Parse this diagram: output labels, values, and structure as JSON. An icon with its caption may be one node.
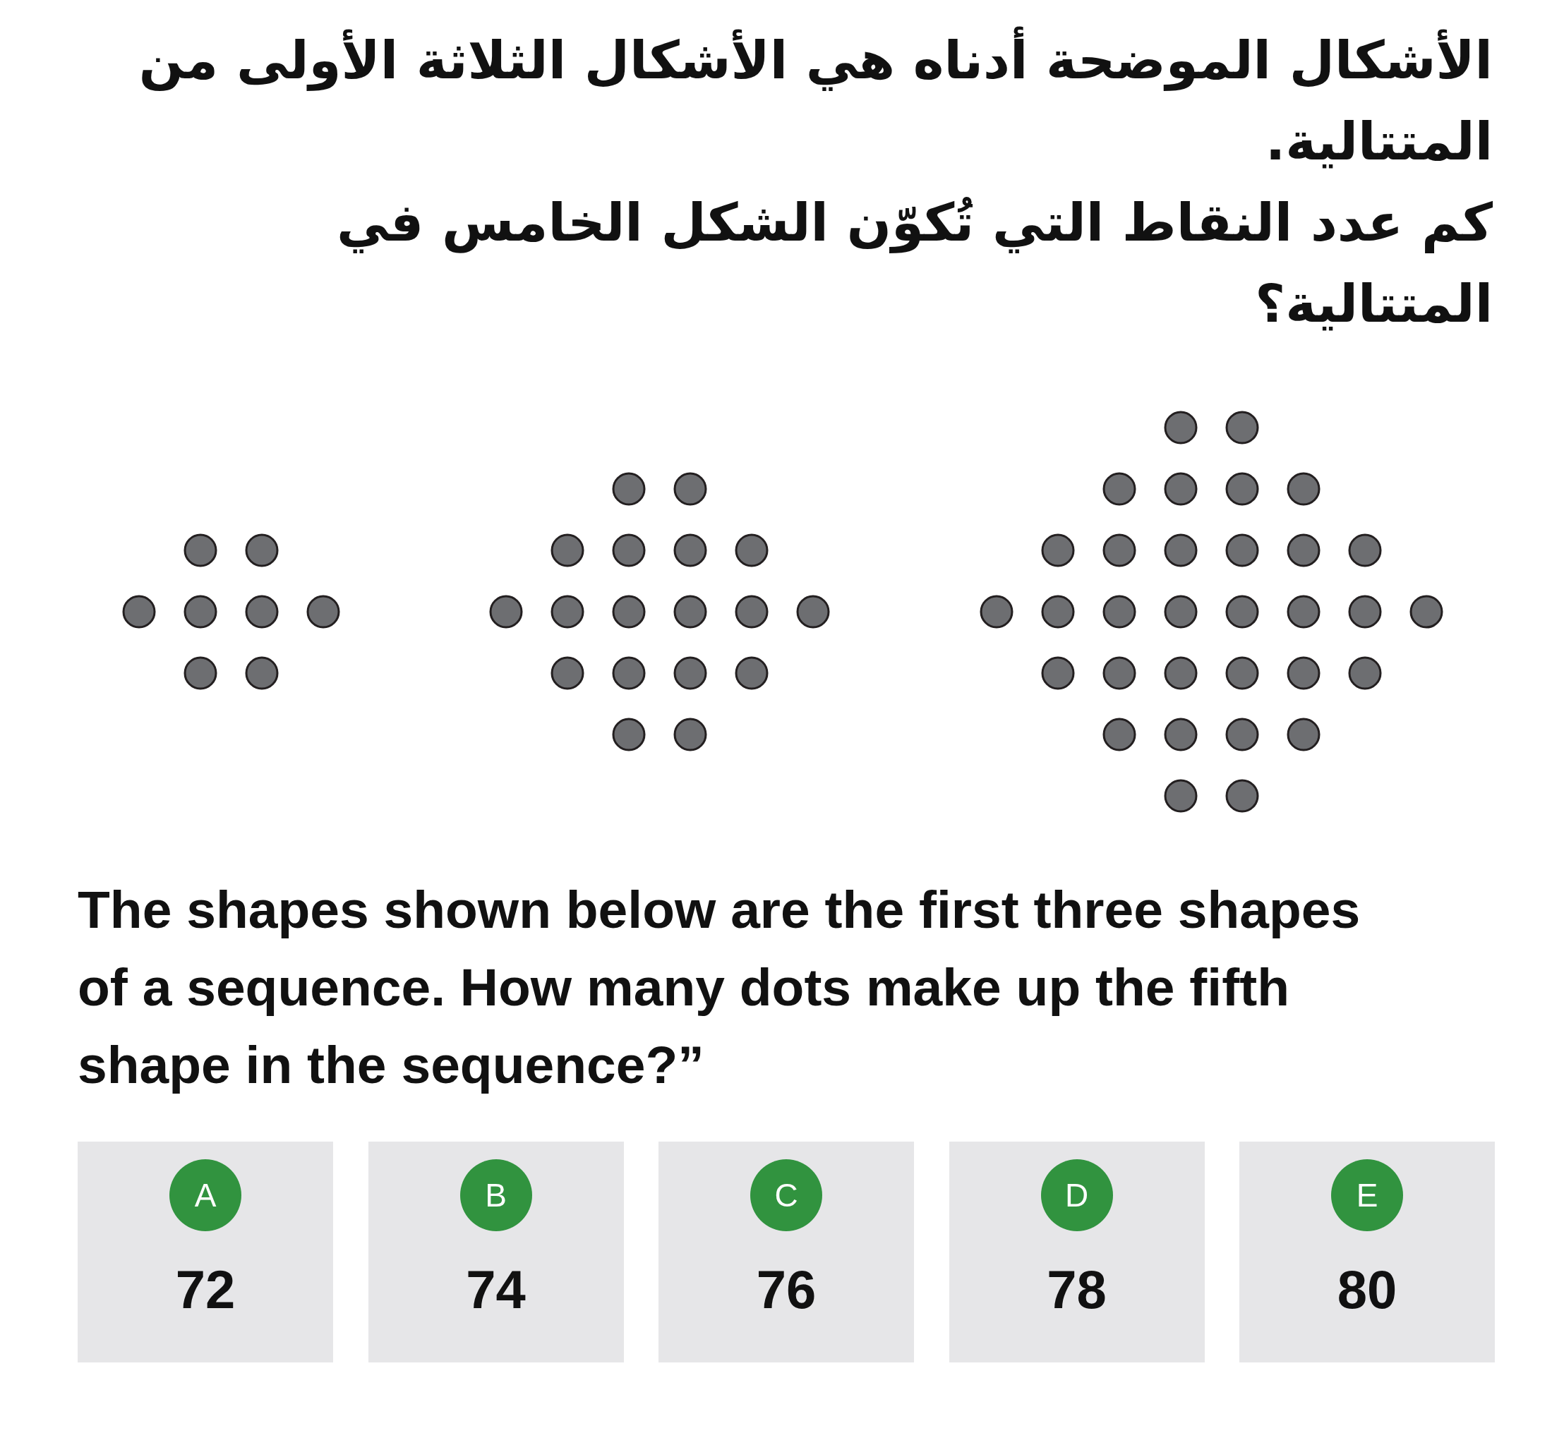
{
  "diagram": {
    "labels": [
      "الأشكال الموضحة أدناه هي الأشكال الثلاثة الأولى من المتتالية.",
      "كم عدد النقاط التي تُكوّن الشكل الخامس في المتتالية؟",
      "The shapes shown below are the first three shapes of a sequence. How many dots make up the fifth shape in the sequence?”"
    ],
    "nodes": [
      {
        "text": [
          "72"
        ]
      },
      {
        "text": [
          "A"
        ],
        "in": 0
      },
      {
        "text": [
          "74"
        ]
      },
      {
        "text": [
          "B"
        ],
        "in": 2
      },
      {
        "text": [
          "76"
        ]
      },
      {
        "text": [
          "C"
        ],
        "in": 4
      },
      {
        "text": [
          "78"
        ]
      },
      {
        "text": [
          "D"
        ],
        "in": 6
      },
      {
        "text": [
          "80"
        ]
      },
      {
        "text": [
          "E"
        ],
        "in": 8
      }
    ]
  }
}
